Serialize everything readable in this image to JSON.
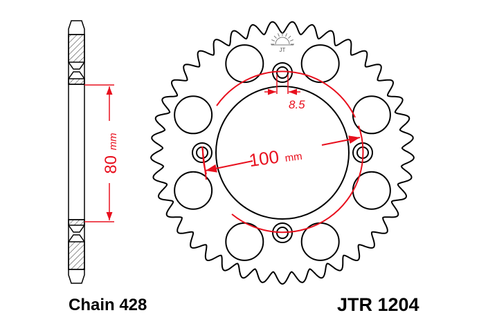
{
  "product": {
    "chain_label": "Chain 428",
    "part_number": "JTR 1204",
    "teeth": 41
  },
  "dimensions": {
    "bore_value": "80",
    "bore_unit": "mm",
    "pcd_value": "100",
    "pcd_unit": "mm",
    "bolt_hole": "8.5"
  },
  "logo": {
    "icon": "jt-sun-logo"
  },
  "colors": {
    "line": "#000000",
    "dimension": "#e8101e",
    "hatch": "#333333"
  }
}
